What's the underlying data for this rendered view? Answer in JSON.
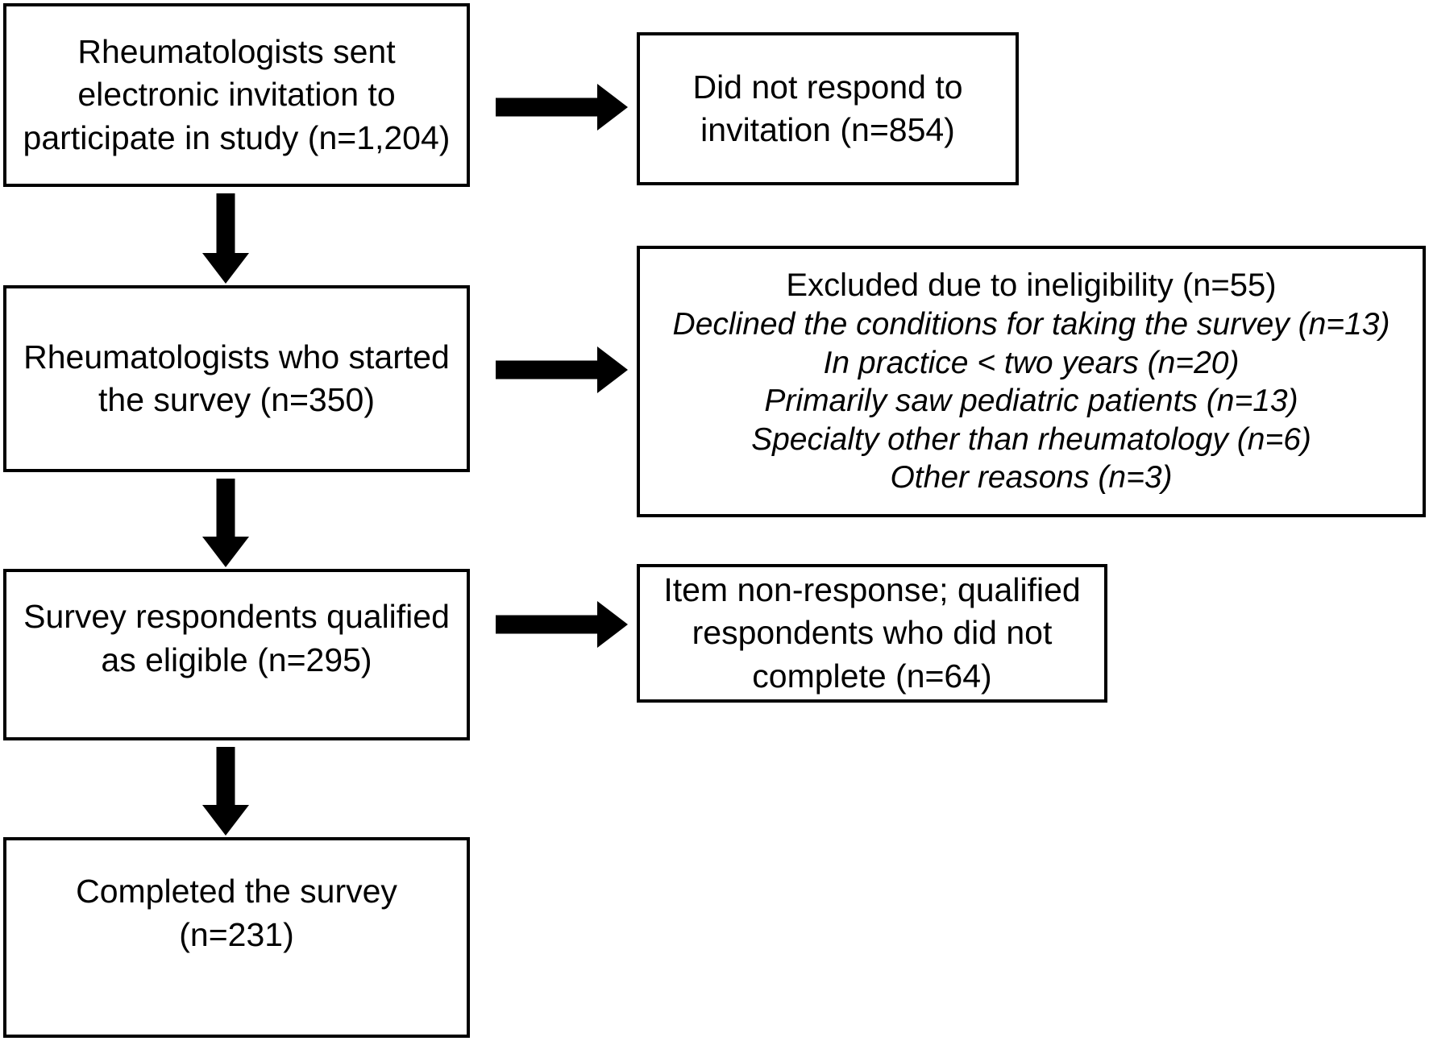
{
  "figure": {
    "type": "flowchart",
    "title": "Survey participant flow diagram",
    "orientation": "top-to-bottom with lateral exclusion branches",
    "colors": {
      "box_border": "#000000",
      "box_fill": "#ffffff",
      "arrow": "#000000",
      "text": "#000000"
    }
  },
  "nodes": {
    "invited": {
      "text": "Rheumatologists sent electronic invitation to participate in study (n=1,204)",
      "n_label": "(n=1,204)",
      "n_value": 1204
    },
    "no_response": {
      "text": "Did not respond to invitation (n=854)",
      "n_label": "(n=854)",
      "n_value": 854
    },
    "started": {
      "text": "Rheumatologists who started the survey (n=350)",
      "n_label": "(n=350)",
      "n_value": 350
    },
    "excluded": {
      "heading": "Excluded due to ineligibility (n=55)",
      "heading_n_value": 55,
      "reasons": [
        {
          "text": "Declined the conditions for taking the survey (n=13)",
          "n_value": 13
        },
        {
          "text": "In practice < two years (n=20)",
          "n_value": 20
        },
        {
          "text": "Primarily saw pediatric patients (n=13)",
          "n_value": 13
        },
        {
          "text": "Specialty other than rheumatology (n=6)",
          "n_value": 6
        },
        {
          "text": "Other reasons (n=3)",
          "n_value": 3
        }
      ]
    },
    "qualified": {
      "text": "Survey respondents qualified as eligible (n=295)",
      "n_label": "(n=295)",
      "n_value": 295
    },
    "item_nonresponse": {
      "text": "Item non-response; qualified respondents who did not complete (n=64)",
      "n_label": "(n=64)",
      "n_value": 64
    },
    "completed": {
      "text": "Completed the survey (n=231)",
      "n_label": "(n=231)",
      "n_value": 231
    }
  },
  "arrows": [
    {
      "name": "invited-to-no-response",
      "direction": "right"
    },
    {
      "name": "invited-to-started",
      "direction": "down"
    },
    {
      "name": "started-to-excluded",
      "direction": "right"
    },
    {
      "name": "started-to-qualified",
      "direction": "down"
    },
    {
      "name": "qualified-to-item-nonresponse",
      "direction": "right"
    },
    {
      "name": "qualified-to-completed",
      "direction": "down"
    }
  ]
}
